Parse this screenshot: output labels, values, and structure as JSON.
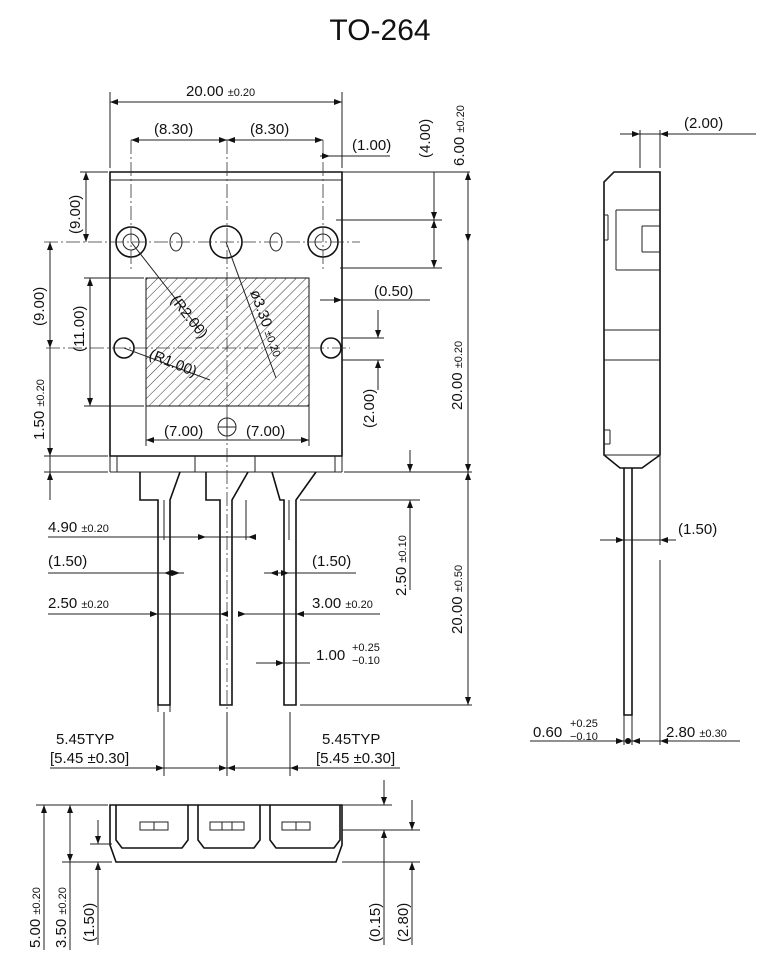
{
  "title": "TO-264",
  "front": {
    "width_total": "20.00",
    "width_total_tol": "±0.20",
    "hole_spacing_left": "(8.30)",
    "hole_spacing_right": "(8.30)",
    "top_step": "(1.00)",
    "top_offset": "(4.00)",
    "top_height": "6.00",
    "top_height_tol": "±0.20",
    "left_upper": "(9.00)",
    "left_middle": "(9.00)",
    "left_inner": "(11.00)",
    "radius_2": "(R2.00)",
    "radius_1": "(R1.00)",
    "hole_dia": "ø3.30",
    "hole_dia_tol": "±0.20",
    "side_notch": "(0.50)",
    "small_height": "(2.00)",
    "body_height": "20.00",
    "body_height_tol": "±0.20",
    "bottom_left_h": "1.50",
    "bottom_left_h_tol": "±0.20",
    "pad_left": "(7.00)",
    "pad_right": "(7.00)",
    "lead_step": "2.50",
    "lead_step_tol": "±0.10",
    "lead_length": "20.00",
    "lead_length_tol": "±0.50"
  },
  "leads": {
    "pitch_wide": "4.90",
    "pitch_wide_tol": "±0.20",
    "offset_left": "(1.50)",
    "offset_right": "(1.50)",
    "lead_w_left": "2.50",
    "lead_w_left_tol": "±0.20",
    "lead_w_right": "3.00",
    "lead_w_right_tol": "±0.20",
    "lead_thick": "1.00",
    "lead_thick_plus": "+0.25",
    "lead_thick_minus": "−0.10",
    "pitch_left_typ": "5.45TYP",
    "pitch_left_tol": "[5.45 ±0.30]",
    "pitch_right_typ": "5.45TYP",
    "pitch_right_tol": "[5.45 ±0.30]"
  },
  "side": {
    "top_width": "(2.00)",
    "lead_offset": "(1.50)",
    "lead_t": "0.60",
    "lead_t_plus": "+0.25",
    "lead_t_minus": "−0.10",
    "body_t": "2.80",
    "body_t_tol": "±0.30"
  },
  "bottom": {
    "h_total": "5.00",
    "h_total_tol": "±0.20",
    "h_mid": "3.50",
    "h_mid_tol": "±0.20",
    "h_small": "(1.50)",
    "gap": "(0.15)",
    "h_right": "(2.80)"
  }
}
